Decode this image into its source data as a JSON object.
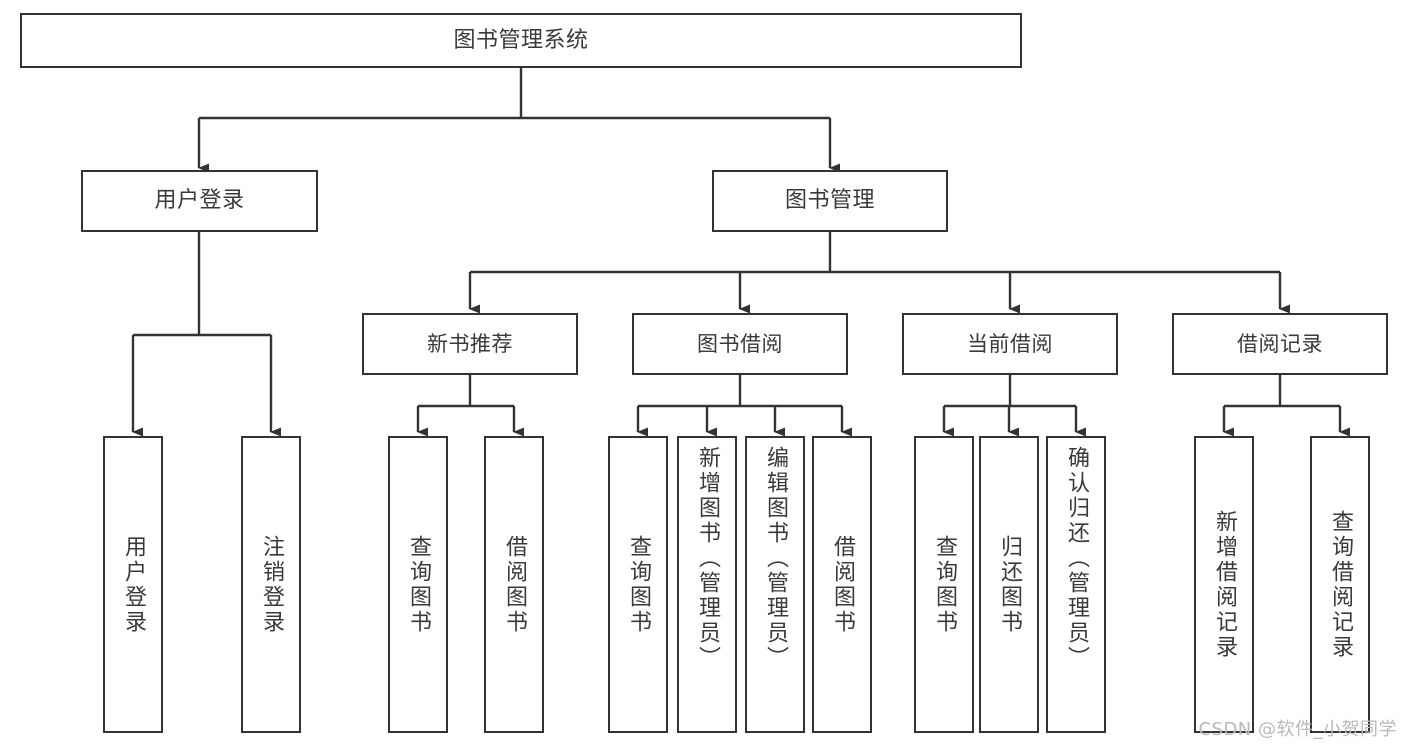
{
  "diagram": {
    "title": "图书管理系统",
    "type": "tree-hierarchy-diagram",
    "watermark": "CSDN @软件_小贺同学",
    "colors": {
      "box_border": "#333333",
      "box_fill": "#ffffff",
      "edge": "#333333",
      "text": "#3a3a3a",
      "watermark": "#b9b9b9",
      "background": "#ffffff"
    },
    "root": {
      "label": "图书管理系统"
    },
    "level1": [
      {
        "label": "用户登录"
      },
      {
        "label": "图书管理"
      }
    ],
    "level2": [
      {
        "label": "新书推荐"
      },
      {
        "label": "图书借阅"
      },
      {
        "label": "当前借阅"
      },
      {
        "label": "借阅记录"
      }
    ],
    "leaves": {
      "user_login": [
        {
          "label": "用户登录"
        },
        {
          "label": "注销登录"
        }
      ],
      "new_book_recommend": [
        {
          "label": "查询图书"
        },
        {
          "label": "借阅图书"
        }
      ],
      "book_borrow": [
        {
          "label": "查询图书"
        },
        {
          "label": "新增图书（管理员）"
        },
        {
          "label": "编辑图书（管理员）"
        },
        {
          "label": "借阅图书"
        }
      ],
      "current_borrow": [
        {
          "label": "查询图书"
        },
        {
          "label": "归还图书"
        },
        {
          "label": "确认归还（管理员）"
        }
      ],
      "borrow_record": [
        {
          "label": "新增借阅记录"
        },
        {
          "label": "查询借阅记录"
        }
      ]
    }
  }
}
